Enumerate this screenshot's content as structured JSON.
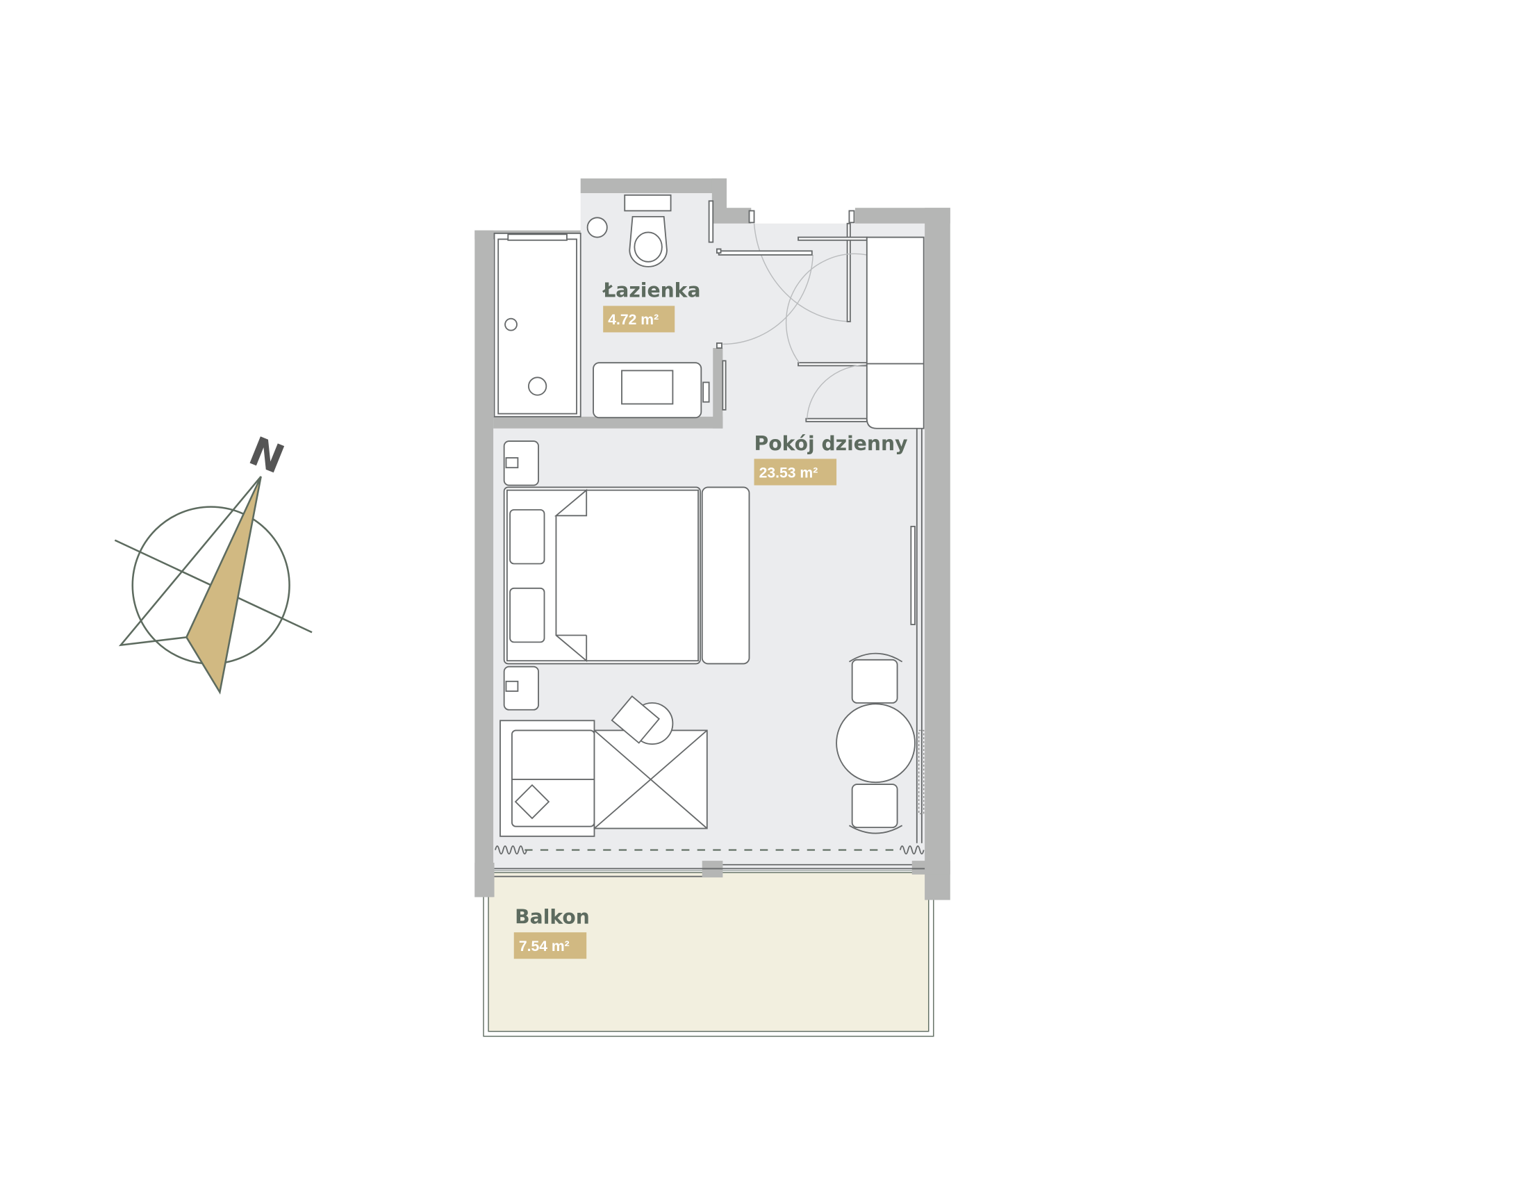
{
  "compass": {
    "label": "N"
  },
  "rooms": [
    {
      "name": "Łazienka",
      "area": "4.72 m²"
    },
    {
      "name": "Pokój dzienny",
      "area": "23.53 m²"
    },
    {
      "name": "Balkon",
      "area": "7.54 m²"
    }
  ],
  "colors": {
    "wall": "#b5b6b5",
    "interior": "#ebecee",
    "balcony": "#f2efdf",
    "badge": "#d1b982",
    "label": "#5d6b5f"
  }
}
